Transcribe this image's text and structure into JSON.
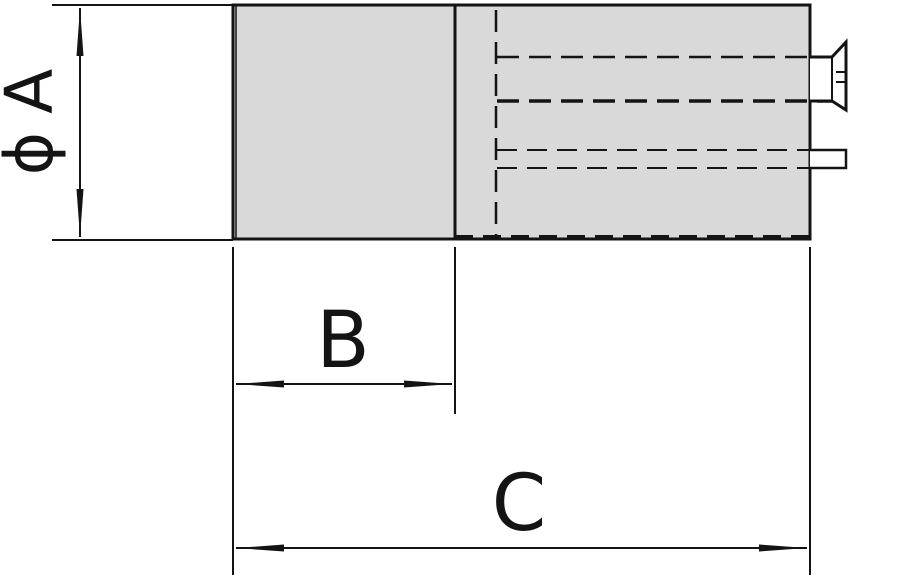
{
  "diagram": {
    "labels": {
      "diameter_symbol": "ϕ",
      "dim_a": "A",
      "dim_b": "B",
      "dim_c": "C"
    },
    "colors": {
      "line": "#141414",
      "body_fill": "#d9d9d9",
      "background": "#ffffff"
    }
  }
}
